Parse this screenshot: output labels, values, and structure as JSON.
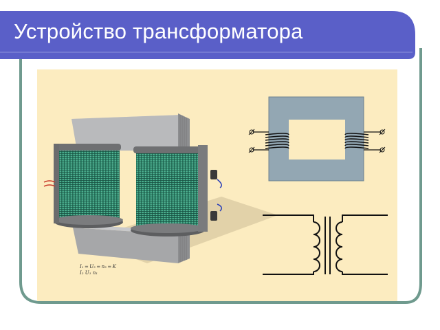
{
  "slide": {
    "title": "Устройство трансформатора",
    "formula": {
      "top": "I₁ ═ U₂ ═ n₂ ═ K",
      "bottom": "I₂   U₁   n₁"
    }
  },
  "colors": {
    "title_band": "#5a5fc8",
    "frame_line": "#6f9a8e",
    "content_bg": "#fcecc0",
    "core_gray": "#b9babc",
    "coil_green": "#2e8c72",
    "schematic_core": "#93a7b3"
  },
  "icons": [
    "transformer-3d-illustration",
    "core-schematic-icon",
    "transformer-symbol-icon",
    "terminal-circle-icon"
  ]
}
